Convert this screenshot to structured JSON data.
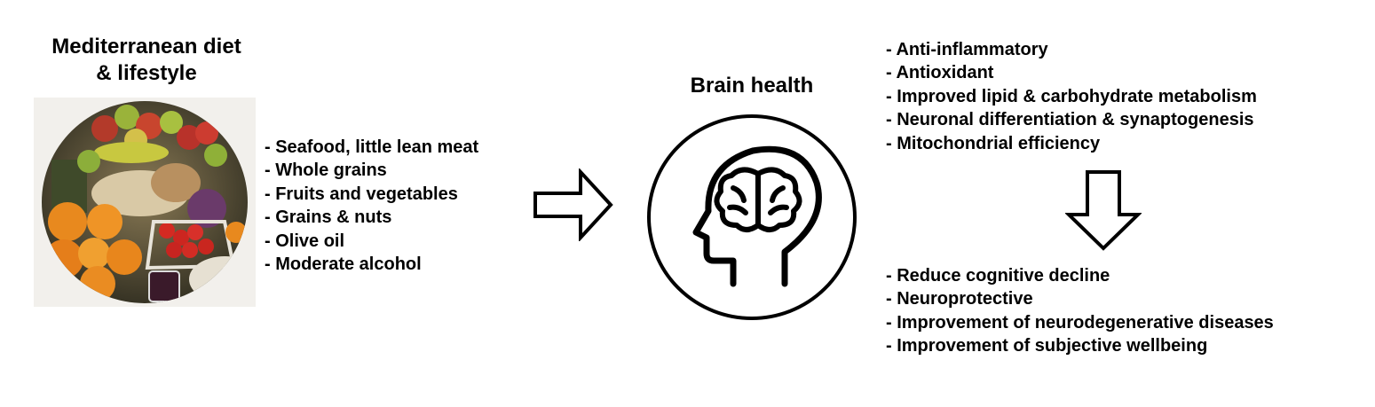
{
  "diet": {
    "title_line1": "Mediterranean diet",
    "title_line2": "& lifestyle",
    "image_icon": "mediterranean-food-photo",
    "items": [
      "- Seafood, little lean meat",
      "- Whole grains",
      "- Fruits and vegetables",
      "- Grains & nuts",
      "- Olive oil",
      "- Moderate alcohol"
    ]
  },
  "brain": {
    "title": "Brain health",
    "icon": "head-with-brain-icon"
  },
  "mechanisms": [
    "- Anti-inflammatory",
    "- Antioxidant",
    "- Improved lipid & carbohydrate metabolism",
    "- Neuronal differentiation & synaptogenesis",
    "- Mitochondrial efficiency"
  ],
  "outcomes": [
    "- Reduce cognitive decline",
    "- Neuroprotective",
    "- Improvement of neurodegenerative diseases",
    "- Improvement of subjective wellbeing"
  ],
  "arrows": {
    "right": "right-arrow-icon",
    "down": "down-arrow-icon"
  },
  "colors": {
    "text": "#000000",
    "background": "#ffffff",
    "stroke": "#000000"
  }
}
